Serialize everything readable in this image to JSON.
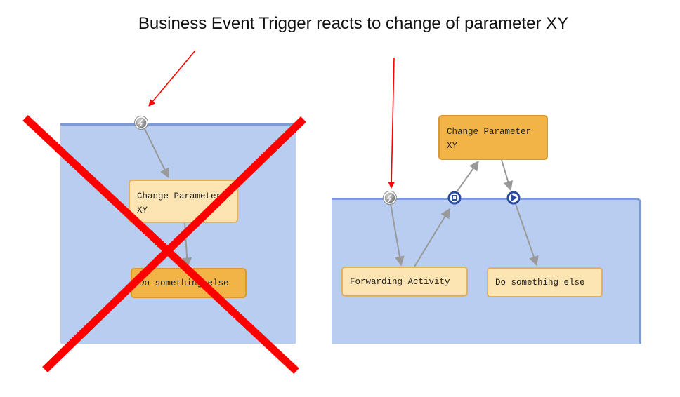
{
  "title": "Business Event Trigger reacts to change of parameter XY",
  "left_diagram": {
    "status": "incorrect",
    "nodes": [
      {
        "id": "change-param",
        "lines": [
          "Change Parameter",
          "XY"
        ],
        "style": "light"
      },
      {
        "id": "do-something",
        "lines": [
          "Do something else"
        ],
        "style": "dark"
      }
    ],
    "trigger_icon": "lightning-event-icon"
  },
  "right_diagram": {
    "status": "correct",
    "nodes": [
      {
        "id": "change-param",
        "lines": [
          "Change Parameter",
          "XY"
        ],
        "style": "dark"
      },
      {
        "id": "forwarding",
        "lines": [
          "Forwarding Activity"
        ],
        "style": "light"
      },
      {
        "id": "do-something",
        "lines": [
          "Do something else"
        ],
        "style": "light"
      }
    ],
    "boundary_events": [
      "lightning-event-icon",
      "stop-square-icon",
      "play-triangle-icon"
    ]
  },
  "colors": {
    "pool_fill": "#b9cdf0",
    "pool_border": "#7f9bd6",
    "node_light": "#fde5b3",
    "node_dark": "#f3b447",
    "annotation_red": "#ff0000",
    "connector_gray": "#999999",
    "event_blue": "#2a4a9c"
  }
}
